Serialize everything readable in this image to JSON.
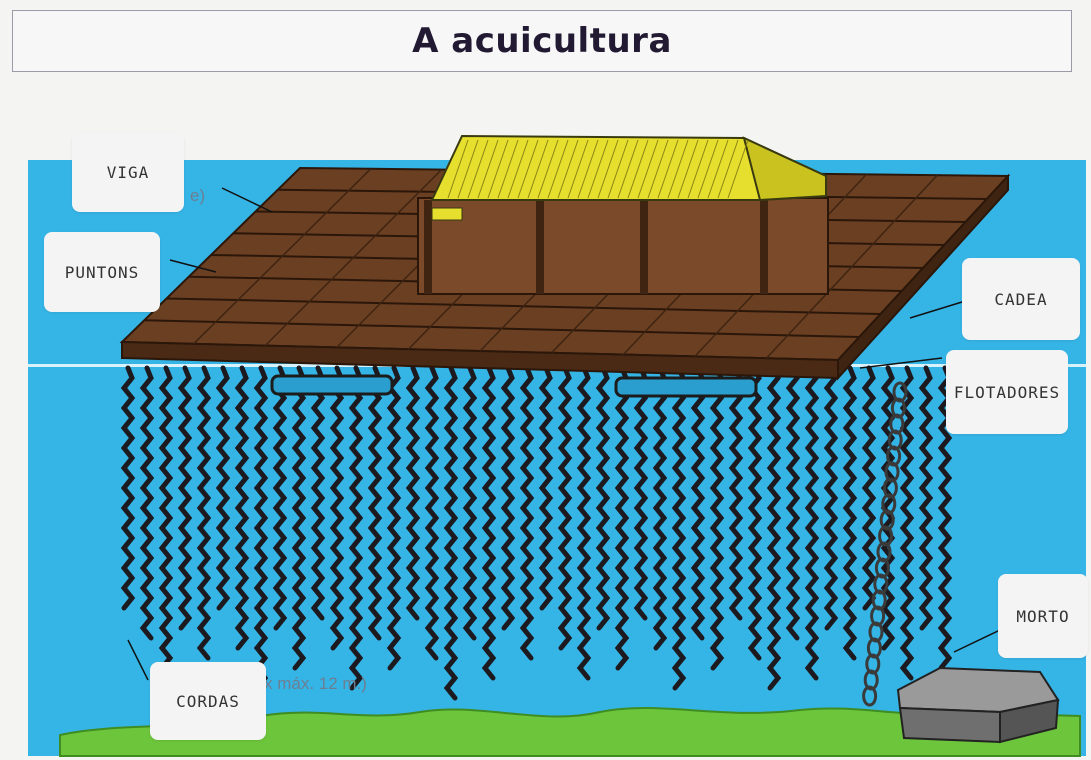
{
  "title": "A acuicultura",
  "labels": {
    "viga": "VIGA",
    "puntons": "PUNTONS",
    "cadea": "CADEA",
    "flotadores": "FLOTADORES",
    "morto": "MORTO",
    "cordas": "CORDAS"
  },
  "faint_texts": {
    "rope_length": "x máx. 12 m.)",
    "viga_fragment": "e)"
  },
  "colors": {
    "water": "#35b4e6",
    "raft": "#6b3f22",
    "raft_dark": "#3e2411",
    "roof": "#e6df2e",
    "mussels": "#1d1a1f",
    "seabed": "#6cc53a",
    "anchor": "#7a7a7a",
    "chain": "#3a3a3a"
  }
}
